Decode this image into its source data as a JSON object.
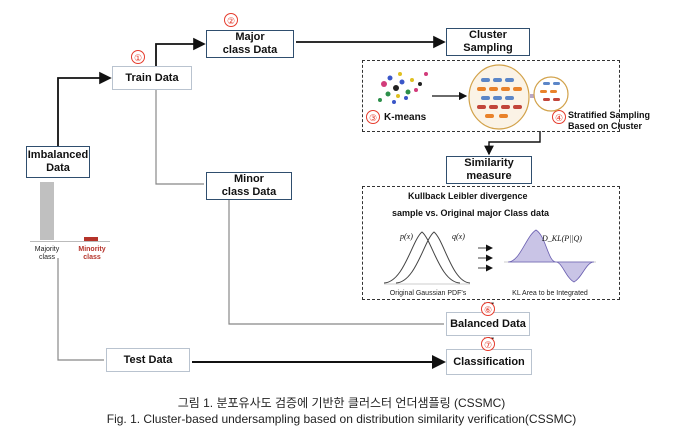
{
  "nodes": {
    "imbalanced": "Imbalanced\nData",
    "train": "Train Data",
    "major": "Major\nclass Data",
    "minor": "Minor\nclass Data",
    "cluster_sampling": "Cluster\nSampling",
    "similarity": "Similarity\nmeasure",
    "balanced": "Balanced Data",
    "test": "Test Data",
    "classification": "Classification"
  },
  "steps": [
    "①",
    "②",
    "③",
    "④",
    "⑥",
    "⑦"
  ],
  "labels": {
    "kmeans": "K-means",
    "stratified": "Stratified Sampling\nBased on Cluster",
    "kl_title": "Kullback Leibler divergence",
    "sample_vs": "sample vs. Original major Class data",
    "orig_pdf": "Original Gaussian PDF's",
    "kl_area": "KL Area to be Integrated",
    "px": "p(x)",
    "qx": "q(x)",
    "dkl": "D_KL(P||Q)",
    "majority": "Majority\nclass",
    "minority": "Minority\nclass"
  },
  "caption": {
    "korean": "그림 1. 분포유사도 검증에 기반한 클러스터 언더샘플링 (CSSMC)",
    "english": "Fig. 1. Cluster-based undersampling based on distribution similarity verification(CSSMC)"
  },
  "colors": {
    "box_border": "#2f4e6e",
    "step_red": "#e53b2c",
    "majority_bar": "#c0c0c0",
    "minority_bar": "#b5332a",
    "cluster_fill": "#fbf3e6",
    "cluster_border": "#d2a24a"
  }
}
